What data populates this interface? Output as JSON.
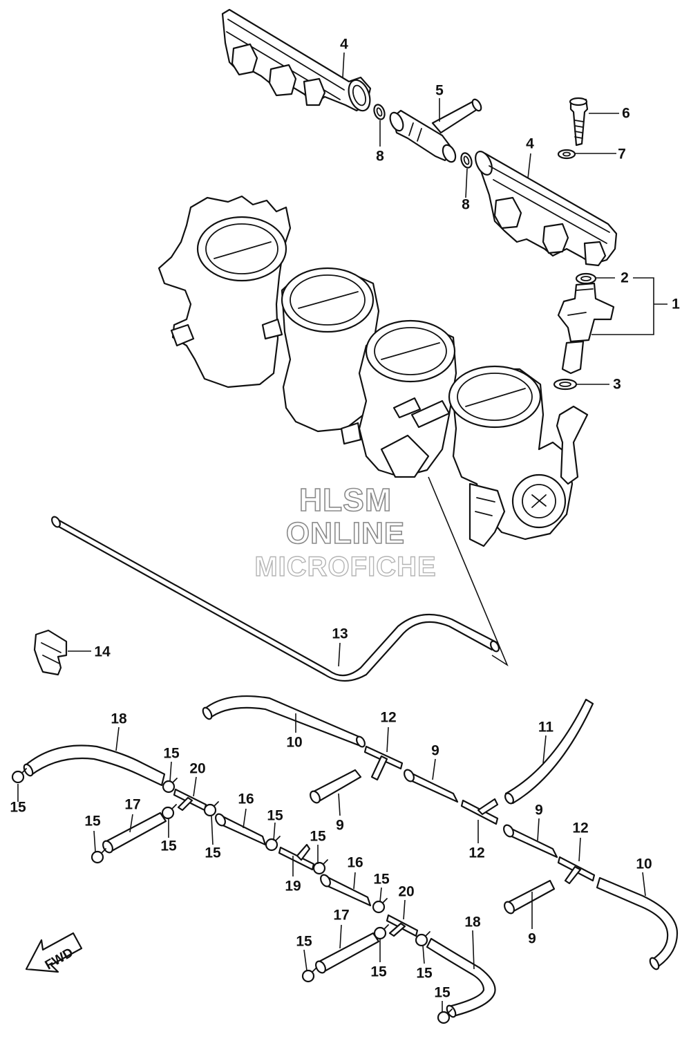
{
  "watermark": {
    "line1": "HLSM",
    "line2": "ONLINE",
    "line3": "MICROFICHE"
  },
  "fwd_label": "FWD",
  "callouts": [
    {
      "id": "c4a",
      "label": "4"
    },
    {
      "id": "c5",
      "label": "5"
    },
    {
      "id": "c8a",
      "label": "8"
    },
    {
      "id": "c6",
      "label": "6"
    },
    {
      "id": "c7",
      "label": "7"
    },
    {
      "id": "c4b",
      "label": "4"
    },
    {
      "id": "c8b",
      "label": "8"
    },
    {
      "id": "c2",
      "label": "2"
    },
    {
      "id": "c1",
      "label": "1"
    },
    {
      "id": "c3",
      "label": "3"
    },
    {
      "id": "c13",
      "label": "13"
    },
    {
      "id": "c14",
      "label": "14"
    },
    {
      "id": "c18a",
      "label": "18"
    },
    {
      "id": "c10a",
      "label": "10"
    },
    {
      "id": "c12a",
      "label": "12"
    },
    {
      "id": "c11",
      "label": "11"
    },
    {
      "id": "c9a",
      "label": "9"
    },
    {
      "id": "c15a",
      "label": "15"
    },
    {
      "id": "c20a",
      "label": "20"
    },
    {
      "id": "c15b",
      "label": "15"
    },
    {
      "id": "c9b",
      "label": "9"
    },
    {
      "id": "c12b",
      "label": "12"
    },
    {
      "id": "c9c",
      "label": "9"
    },
    {
      "id": "c12c",
      "label": "12"
    },
    {
      "id": "c17a",
      "label": "17"
    },
    {
      "id": "c16a",
      "label": "16"
    },
    {
      "id": "c15c",
      "label": "15"
    },
    {
      "id": "c15d",
      "label": "15"
    },
    {
      "id": "c15e",
      "label": "15"
    },
    {
      "id": "c15f",
      "label": "15"
    },
    {
      "id": "c15g",
      "label": "15"
    },
    {
      "id": "c19",
      "label": "19"
    },
    {
      "id": "c16b",
      "label": "16"
    },
    {
      "id": "c15h",
      "label": "15"
    },
    {
      "id": "c20b",
      "label": "20"
    },
    {
      "id": "c10b",
      "label": "10"
    },
    {
      "id": "c9d",
      "label": "9"
    },
    {
      "id": "c17b",
      "label": "17"
    },
    {
      "id": "c18b",
      "label": "18"
    },
    {
      "id": "c15i",
      "label": "15"
    },
    {
      "id": "c15j",
      "label": "15"
    },
    {
      "id": "c15k",
      "label": "15"
    },
    {
      "id": "c15l",
      "label": "15"
    }
  ]
}
